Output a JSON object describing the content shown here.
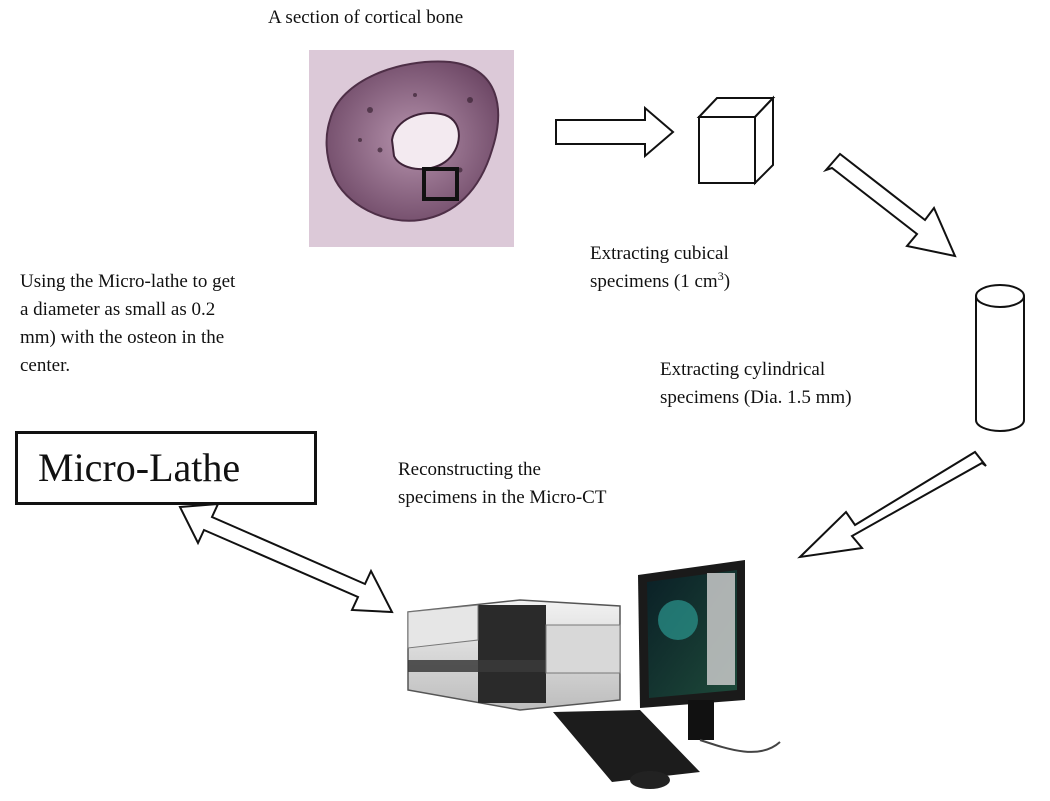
{
  "labels": {
    "bone_title": "A section of cortical bone",
    "cubical_line1": "Extracting cubical",
    "cubical_line2_pre": "specimens (1 cm",
    "cubical_line2_sup": "3",
    "cubical_line2_post": ")",
    "cylindrical_line1": "Extracting cylindrical",
    "cylindrical_line2": "specimens (Dia. 1.5 mm)",
    "lathe_line1": "Using the Micro-lathe to get",
    "lathe_line2": "a diameter as small as 0.2",
    "lathe_line3": "mm) with the osteon in the",
    "lathe_line4": "center.",
    "microct_line1": "Reconstructing the",
    "microct_line2": "specimens in the Micro-CT",
    "micro_lathe_box": "Micro-Lathe"
  },
  "colors": {
    "bone_background": "#dcc9d8",
    "bone_tissue": "#7a4f6e",
    "outline": "#111111"
  }
}
